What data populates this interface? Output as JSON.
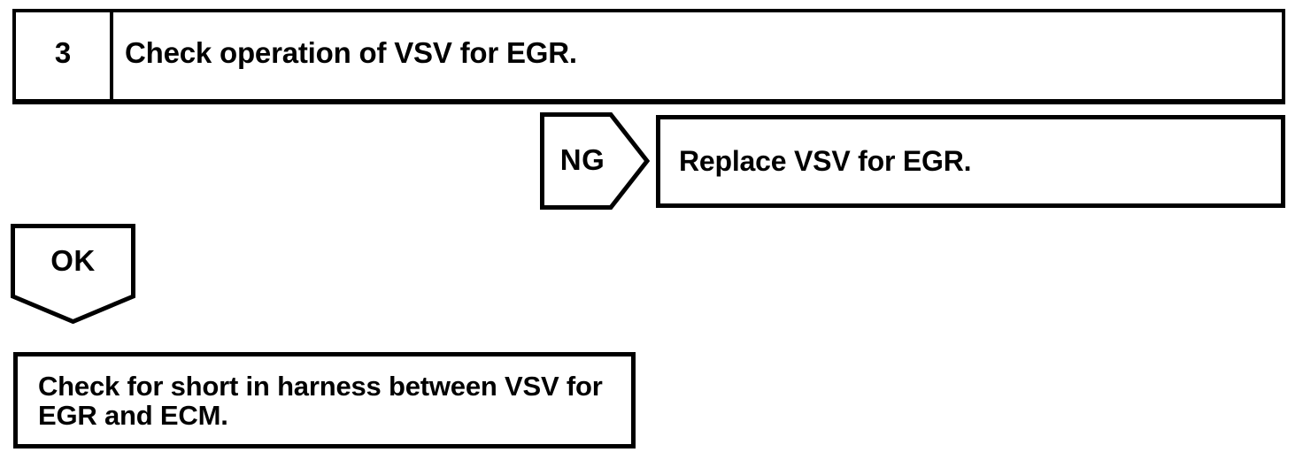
{
  "page": {
    "background_color": "#ffffff",
    "ink_color": "#000000"
  },
  "flowchart": {
    "step_box": {
      "number": "3",
      "instruction": "Check operation of VSV for EGR."
    },
    "ng_branch": {
      "connector_label": "NG",
      "action": "Replace VSV for EGR."
    },
    "ok_branch": {
      "connector_label": "OK"
    },
    "next_step_box": {
      "instruction": "Check for short in harness between VSV for EGR and ECM."
    }
  }
}
